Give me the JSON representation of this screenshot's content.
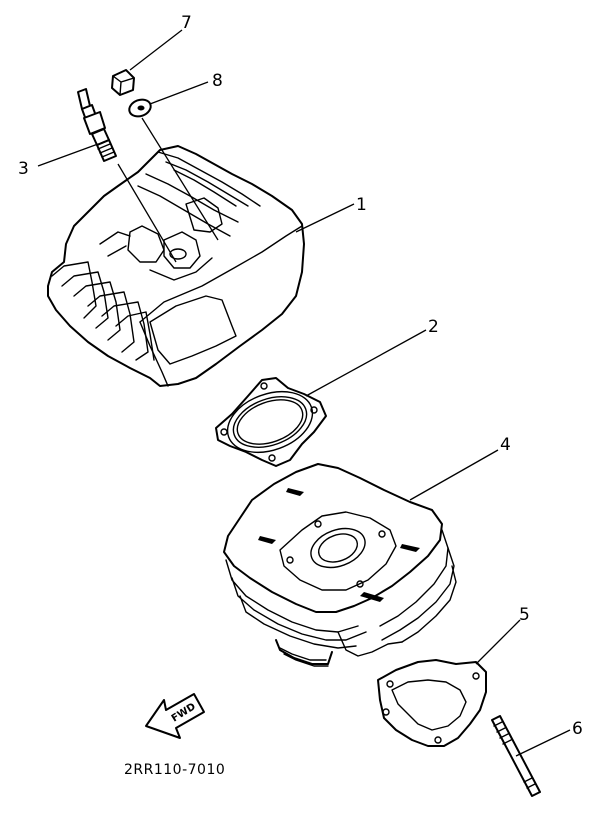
{
  "callouts": [
    {
      "id": "1",
      "label": "1"
    },
    {
      "id": "2",
      "label": "2"
    },
    {
      "id": "3",
      "label": "3"
    },
    {
      "id": "4",
      "label": "4"
    },
    {
      "id": "5",
      "label": "5"
    },
    {
      "id": "6",
      "label": "6"
    },
    {
      "id": "7",
      "label": "7"
    },
    {
      "id": "8",
      "label": "8"
    }
  ],
  "fwd_label": "FWD",
  "diagram_code": "2RR110-7010"
}
